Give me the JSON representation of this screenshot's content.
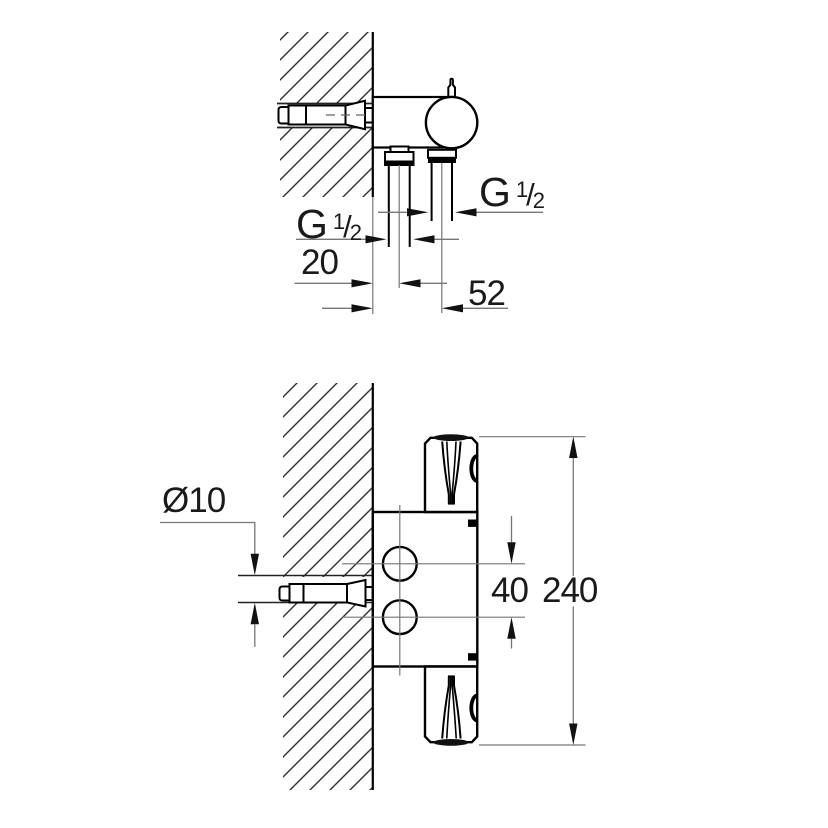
{
  "figure": {
    "background_color": "#ffffff",
    "outline_color": "#000000",
    "thin_line_color": "#777777",
    "description_names": {
      "top_view": "side-view-installation-drawing",
      "bottom_view": "front-view-installation-drawing"
    },
    "top_view": {
      "thread_label_left": {
        "letter": "G",
        "numerator": "1",
        "slash": "/",
        "denominator": "2"
      },
      "thread_label_right": {
        "letter": "G",
        "numerator": "1",
        "slash": "/",
        "denominator": "2"
      },
      "dim_wall_to_first_port": "20",
      "dim_wall_to_second_port": "52"
    },
    "bottom_view": {
      "hole_diameter_label": "Ø10",
      "dim_port_spacing": "40",
      "dim_total_height": "240"
    }
  }
}
